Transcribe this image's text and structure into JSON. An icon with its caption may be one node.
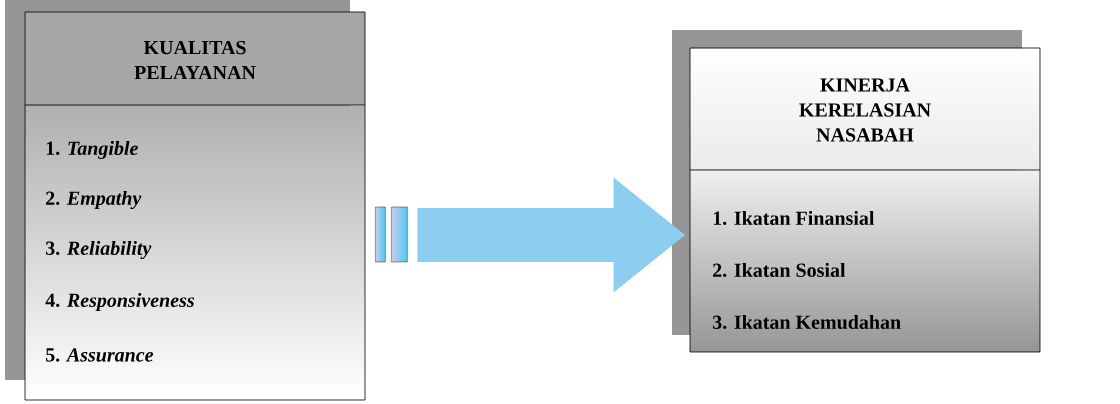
{
  "diagram": {
    "nodes": [
      {
        "text": [
          "KUALITAS PELAYANAN",
          "1. *Tangible*",
          "2. *Empathy*",
          "3. *Reliability*",
          "4. *Responsiveness*",
          "5. *Assurance*"
        ]
      },
      {
        "text": [
          "KINERJA KERELASIAN NASABAH",
          "1. Ikatan Finansial",
          "2. Ikatan Sosial",
          "3. Ikatan Kemudahan"
        ]
      }
    ],
    "edges": [
      {
        "from": 0,
        "to": 1,
        "arrow": "to"
      }
    ]
  }
}
